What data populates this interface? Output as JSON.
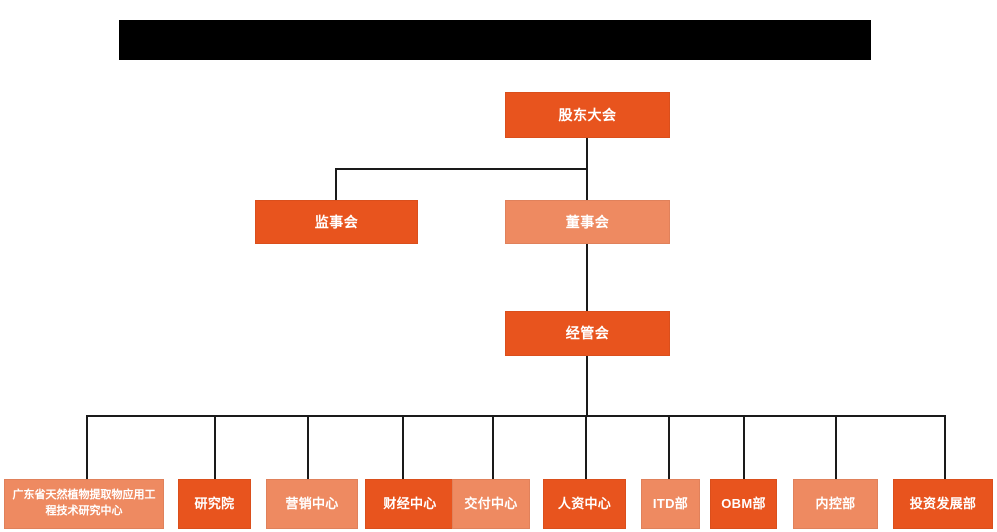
{
  "diagram": {
    "title_bar": {
      "name": "redacted-title-bar",
      "label": ""
    },
    "colors": {
      "dark_orange": "#E8541E",
      "light_orange": "#EE8A61",
      "connector": "#1a1a1a",
      "background": "#ffffff",
      "redaction": "#000000",
      "text": "#ffffff"
    },
    "levels": {
      "level1": [
        {
          "label": "股东大会",
          "tone": "dark"
        }
      ],
      "level2": [
        {
          "label": "监事会",
          "tone": "dark"
        },
        {
          "label": "董事会",
          "tone": "light"
        }
      ],
      "level3": [
        {
          "label": "经管会",
          "tone": "dark"
        }
      ],
      "level4": [
        {
          "label": "广东省天然植物提取物应用工程技术研究中心",
          "tone": "light"
        },
        {
          "label": "研究院",
          "tone": "dark"
        },
        {
          "label": "营销中心",
          "tone": "light"
        },
        {
          "label": "财经中心",
          "tone": "dark"
        },
        {
          "label": "交付中心",
          "tone": "light"
        },
        {
          "label": "人资中心",
          "tone": "dark"
        },
        {
          "label": "ITD部",
          "tone": "light"
        },
        {
          "label": "OBM部",
          "tone": "dark"
        },
        {
          "label": "内控部",
          "tone": "light"
        },
        {
          "label": "投资发展部",
          "tone": "dark"
        }
      ]
    }
  }
}
